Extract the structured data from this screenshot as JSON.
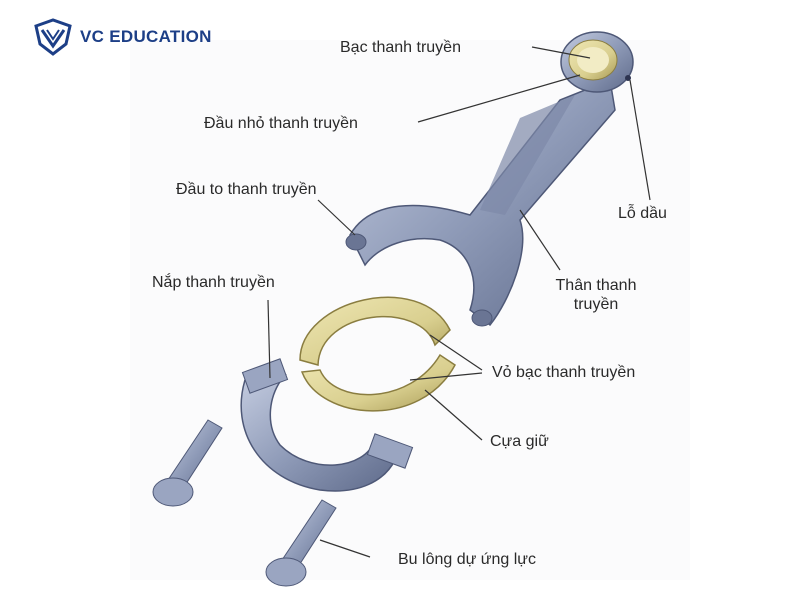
{
  "brand": {
    "name": "VC EDUCATION",
    "logo_icon": "vc-education-shield-icon",
    "color": "#1d3f87"
  },
  "diagram": {
    "labels": {
      "bushing": "Bạc thanh truyền",
      "small_end": "Đầu nhỏ thanh truyền",
      "big_end": "Đầu to thanh truyền",
      "oil_hole": "Lỗ dầu",
      "cap": "Nắp thanh truyền",
      "body_line1": "Thân thanh",
      "body_line2": "truyền",
      "bearing_shell": "Vỏ bạc thanh truyền",
      "locating_tab": "Cựa giữ",
      "bolts": "Bu lông dự ứng lực"
    },
    "colors": {
      "metal": "#8f9bb8",
      "metal_dark": "#5e6a8a",
      "brass": "#d9cf8f",
      "leader": "#333333"
    }
  }
}
